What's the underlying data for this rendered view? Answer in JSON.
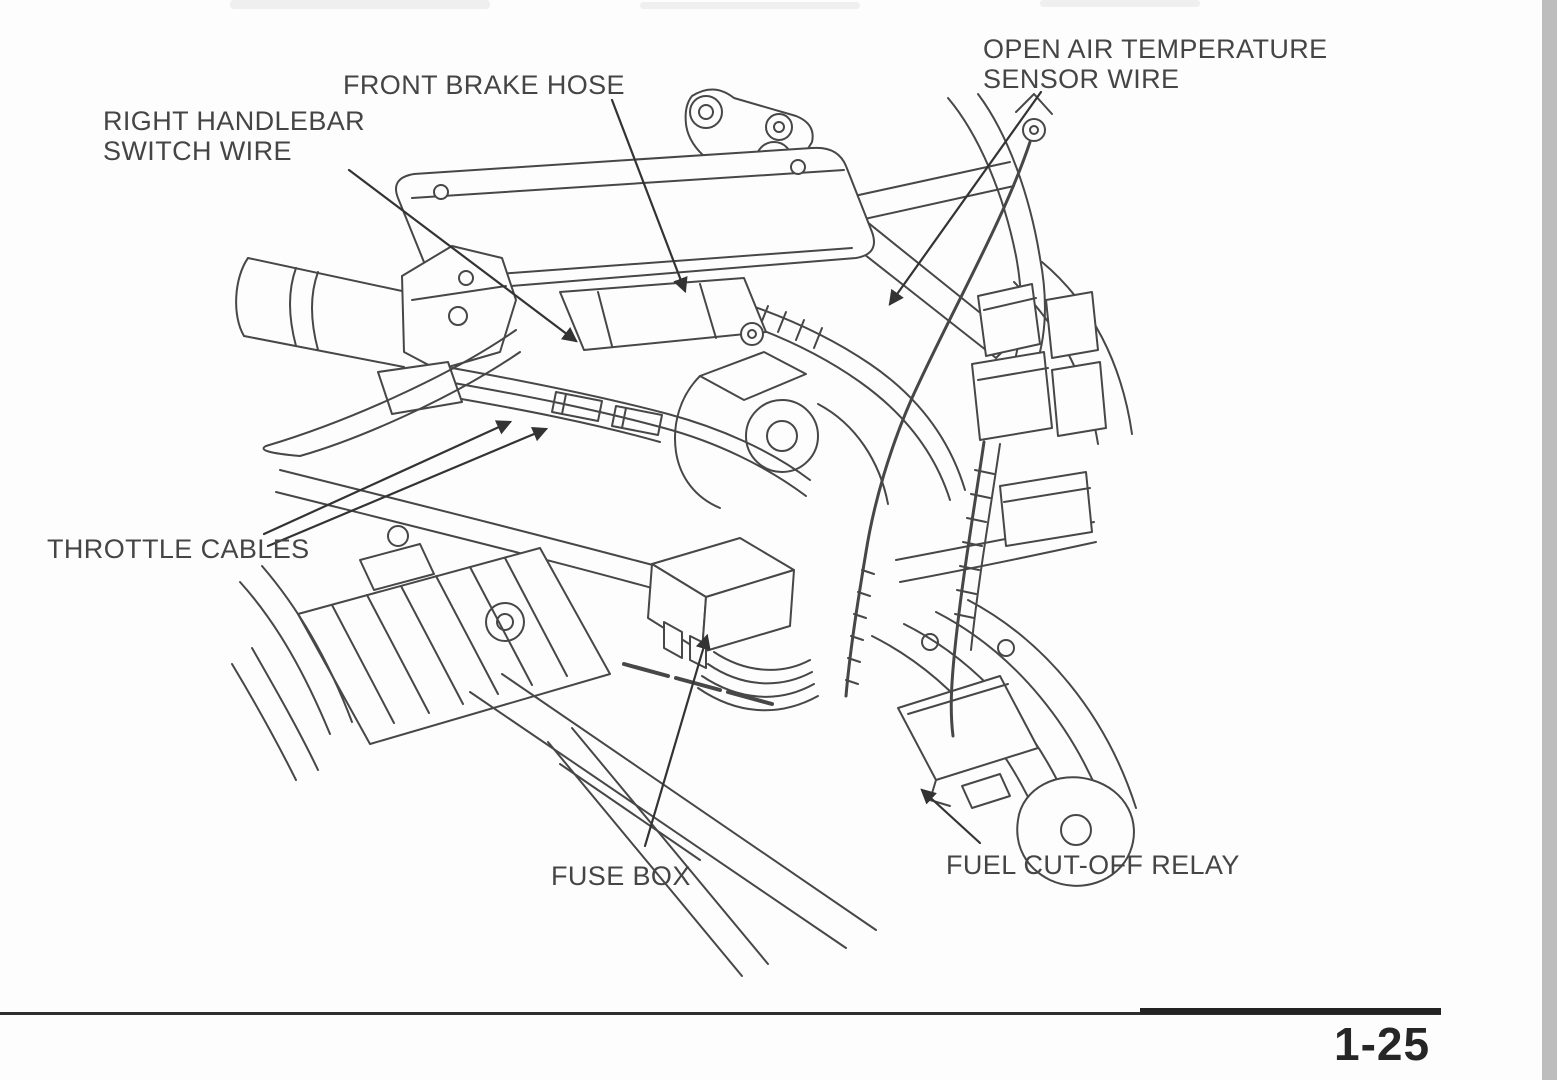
{
  "labels": {
    "open_air": {
      "line1": "OPEN AIR TEMPERATURE",
      "line2": "SENSOR WIRE"
    },
    "front_brake": {
      "line1": "FRONT BRAKE HOSE"
    },
    "right_handlebar": {
      "line1": "RIGHT HANDLEBAR",
      "line2": "SWITCH WIRE"
    },
    "throttle": {
      "line1": "THROTTLE CABLES"
    },
    "fuse_box": {
      "line1": "FUSE BOX"
    },
    "fuel_cutoff": {
      "line1": "FUEL CUT-OFF RELAY"
    }
  },
  "footer": {
    "page_number": "1-25"
  },
  "colors": {
    "background": "#fdfdfd",
    "line_art": "#474747",
    "label_text": "#454545",
    "footer_rule": "#2e2e2e",
    "scan_edge": "#bdbdbd"
  }
}
